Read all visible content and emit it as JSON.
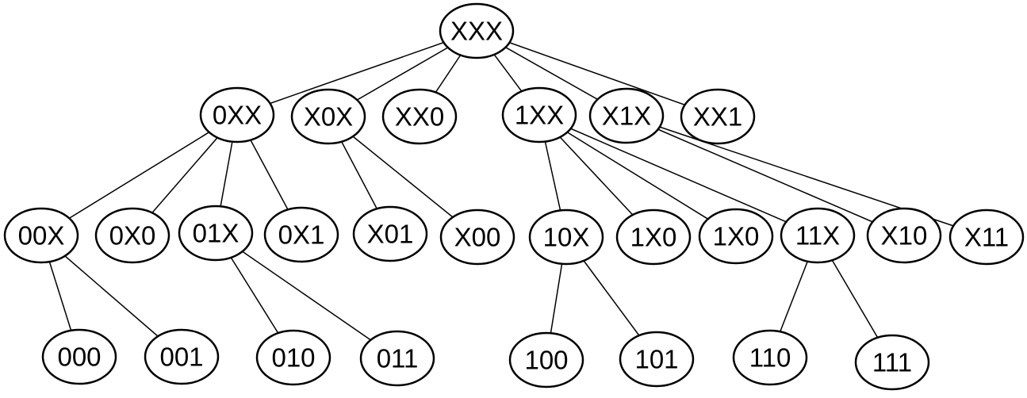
{
  "colors": {
    "background": "#ffffff",
    "stroke": "#000000",
    "text": "#000000"
  },
  "diagram": {
    "nodes": [
      {
        "id": "n-xxx",
        "label": "XXX"
      },
      {
        "id": "n-0xx",
        "label": "0XX"
      },
      {
        "id": "n-x0x",
        "label": "X0X"
      },
      {
        "id": "n-xx0",
        "label": "XX0"
      },
      {
        "id": "n-1xx",
        "label": "1XX"
      },
      {
        "id": "n-x1x",
        "label": "X1X"
      },
      {
        "id": "n-xx1",
        "label": "XX1"
      },
      {
        "id": "n-00x",
        "label": "00X"
      },
      {
        "id": "n-0x0",
        "label": "0X0"
      },
      {
        "id": "n-01x",
        "label": "01X"
      },
      {
        "id": "n-0x1",
        "label": "0X1"
      },
      {
        "id": "n-x01",
        "label": "X01"
      },
      {
        "id": "n-x00",
        "label": "X00"
      },
      {
        "id": "n-10x",
        "label": "10X"
      },
      {
        "id": "n-1x0a",
        "label": "1X0"
      },
      {
        "id": "n-1x0b",
        "label": "1X0"
      },
      {
        "id": "n-11x",
        "label": "11X"
      },
      {
        "id": "n-x10",
        "label": "X10"
      },
      {
        "id": "n-x11",
        "label": "X11"
      },
      {
        "id": "n-000",
        "label": "000"
      },
      {
        "id": "n-001",
        "label": "001"
      },
      {
        "id": "n-010",
        "label": "010"
      },
      {
        "id": "n-011",
        "label": "011"
      },
      {
        "id": "n-100",
        "label": "100"
      },
      {
        "id": "n-101",
        "label": "101"
      },
      {
        "id": "n-110",
        "label": "110"
      },
      {
        "id": "n-111",
        "label": "111"
      }
    ],
    "edges": [
      [
        "n-xxx",
        "n-0xx"
      ],
      [
        "n-xxx",
        "n-x0x"
      ],
      [
        "n-xxx",
        "n-xx0"
      ],
      [
        "n-xxx",
        "n-1xx"
      ],
      [
        "n-xxx",
        "n-x1x"
      ],
      [
        "n-xxx",
        "n-xx1"
      ],
      [
        "n-0xx",
        "n-00x"
      ],
      [
        "n-0xx",
        "n-0x0"
      ],
      [
        "n-0xx",
        "n-01x"
      ],
      [
        "n-0xx",
        "n-0x1"
      ],
      [
        "n-x0x",
        "n-x01"
      ],
      [
        "n-x0x",
        "n-x00"
      ],
      [
        "n-1xx",
        "n-10x"
      ],
      [
        "n-1xx",
        "n-1x0a"
      ],
      [
        "n-1xx",
        "n-1x0b"
      ],
      [
        "n-1xx",
        "n-11x"
      ],
      [
        "n-x1x",
        "n-x10"
      ],
      [
        "n-x1x",
        "n-x11"
      ],
      [
        "n-00x",
        "n-000"
      ],
      [
        "n-00x",
        "n-001"
      ],
      [
        "n-01x",
        "n-010"
      ],
      [
        "n-01x",
        "n-011"
      ],
      [
        "n-10x",
        "n-100"
      ],
      [
        "n-10x",
        "n-101"
      ],
      [
        "n-11x",
        "n-110"
      ],
      [
        "n-11x",
        "n-111"
      ]
    ]
  }
}
